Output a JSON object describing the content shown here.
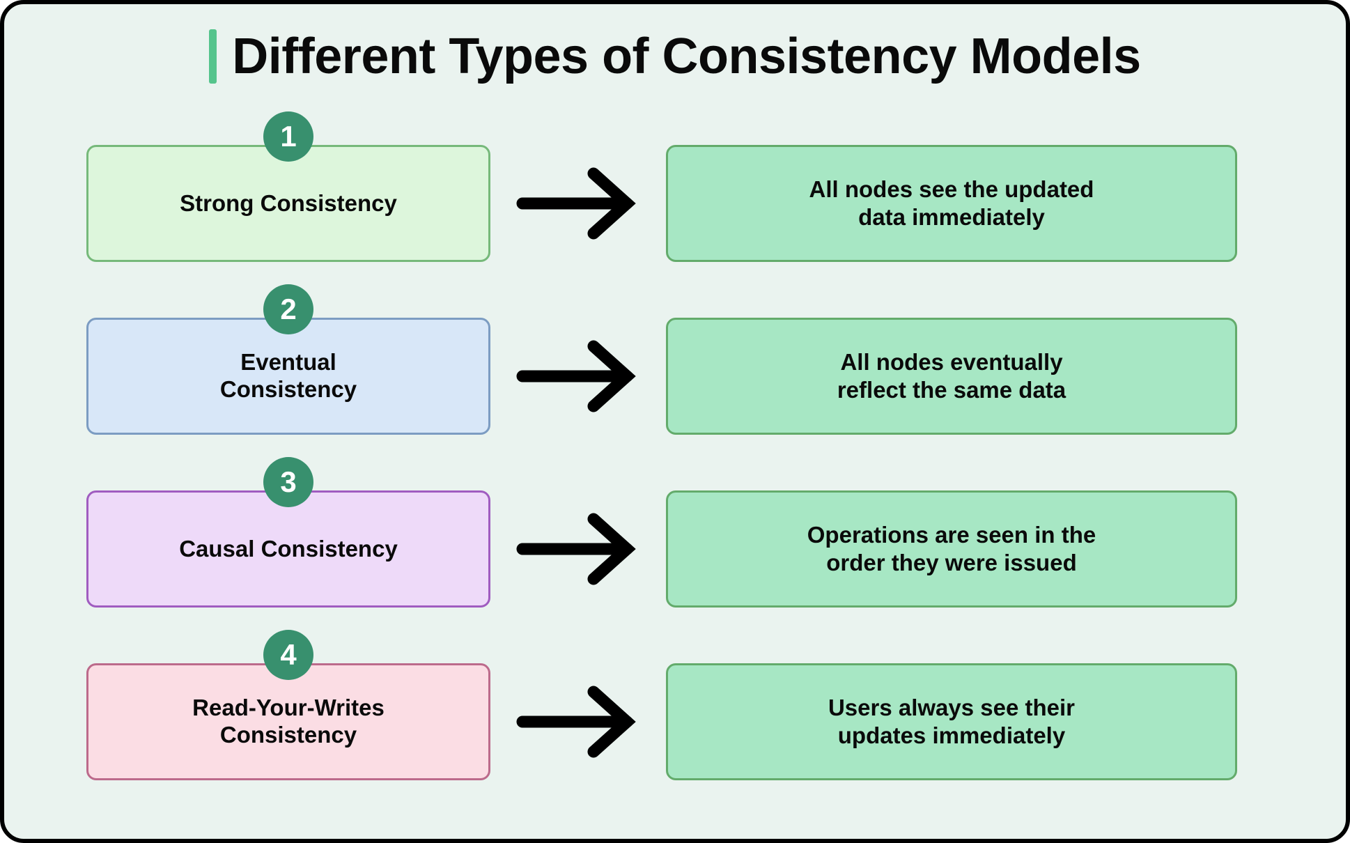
{
  "title": {
    "text": "Different Types of Consistency Models",
    "accent_color": "#55c48c"
  },
  "colors": {
    "background": "#eaf3ef",
    "frame_border": "#000000",
    "badge_fill": "#38906e",
    "badge_text": "#ffffff",
    "right_card_fill": "#a7e7c4",
    "right_card_border": "#63ab6b",
    "arrow": "#000000"
  },
  "arrow_icon_name": "arrow-right-icon",
  "rows": [
    {
      "badge": "1",
      "model": "Strong Consistency",
      "model_lines": [
        "Strong Consistency"
      ],
      "description": "All nodes see the updated data immediately",
      "description_lines": [
        "All nodes see the updated",
        "data immediately"
      ],
      "fill": "#ddf6dc",
      "border": "#76b97a",
      "variant": "c-green"
    },
    {
      "badge": "2",
      "model": "Eventual Consistency",
      "model_lines": [
        "Eventual",
        "Consistency"
      ],
      "description": "All nodes eventually reflect the same data",
      "description_lines": [
        "All nodes eventually",
        "reflect the same data"
      ],
      "fill": "#d8e7f8",
      "border": "#7c9cc2",
      "variant": "c-blue"
    },
    {
      "badge": "3",
      "model": "Causal Consistency",
      "model_lines": [
        "Causal Consistency"
      ],
      "description": "Operations are seen in the order they were issued",
      "description_lines": [
        "Operations are seen in the",
        "order they were issued"
      ],
      "fill": "#eedaf9",
      "border": "#a05cc0",
      "variant": "c-purple"
    },
    {
      "badge": "4",
      "model": "Read-Your-Writes Consistency",
      "model_lines": [
        "Read-Your-Writes",
        "Consistency"
      ],
      "description": "Users always see their updates immediately",
      "description_lines": [
        "Users always see their",
        "updates immediately"
      ],
      "fill": "#fbdde4",
      "border": "#bc6a8b",
      "variant": "c-pink"
    }
  ]
}
